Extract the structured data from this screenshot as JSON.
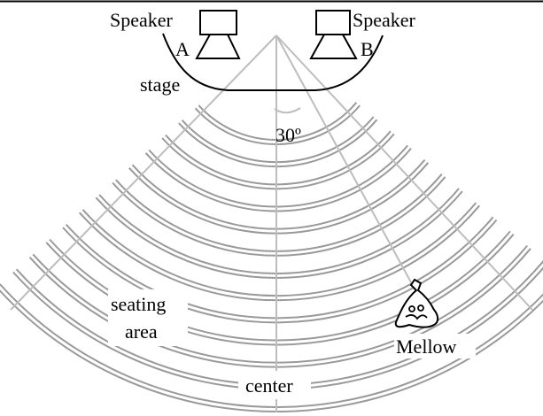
{
  "labels": {
    "speaker_a_word": "Speaker",
    "speaker_a_letter": "A",
    "speaker_b_word": "Speaker",
    "speaker_b_letter": "B",
    "stage": "stage",
    "angle": "30º",
    "seating_line1": "seating",
    "seating_line2": "area",
    "center": "center",
    "listener": "Mellow"
  },
  "colors": {
    "row_lines": "#9a9a9a",
    "radial_lines": "#bdbdbd",
    "ink": "#000000",
    "background": "#ffffff"
  },
  "diagram": {
    "angle_between_lines_deg": 30,
    "seating_row_count": 13,
    "listener_icon": "blob-face-icon"
  }
}
